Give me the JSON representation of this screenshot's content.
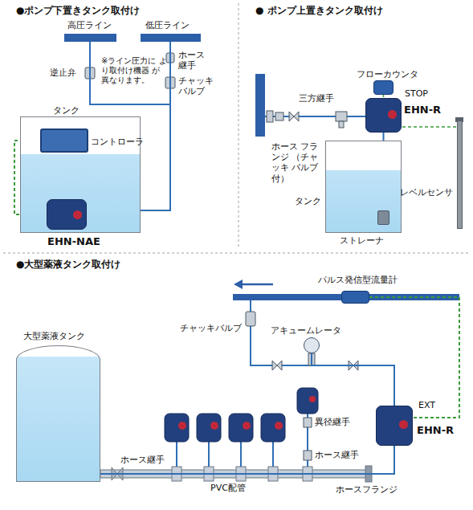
{
  "diagram": {
    "nodes": [
      {
        "text": [
          "タンク"
        ]
      },
      {
        "text": [
          "コントローラ"
        ]
      },
      {
        "text": [
          "EHN-NAE"
        ]
      },
      {
        "text": [
          "高圧ライン"
        ]
      },
      {
        "text": [
          "低圧ライン"
        ]
      },
      {
        "text": [
          "タンク"
        ]
      },
      {
        "text": [
          "EHN-R"
        ]
      },
      {
        "text": [
          "フローカウンタ"
        ]
      },
      {
        "text": [
          "レベルセンサ"
        ]
      },
      {
        "text": [
          "ストレーナ"
        ]
      },
      {
        "text": [
          "大型薬液タンク"
        ]
      },
      {
        "text": [
          "アキュームレータ"
        ]
      },
      {
        "text": [
          "パルス発信型流量計"
        ]
      },
      {
        "text": [
          "EHN-R"
        ]
      }
    ],
    "edges": [
      {
        "from": 1,
        "to": 2,
        "arrow": "none"
      },
      {
        "from": 2,
        "to": 4,
        "arrow": "none"
      },
      {
        "from": 2,
        "to": 3,
        "arrow": "none"
      },
      {
        "from": 7,
        "to": 6,
        "arrow": "none"
      },
      {
        "from": 9,
        "to": 6,
        "arrow": "none"
      },
      {
        "from": 8,
        "to": 6,
        "arrow": "none"
      },
      {
        "from": 10,
        "to": 13,
        "arrow": "none"
      },
      {
        "from": 13,
        "to": 11,
        "arrow": "none"
      },
      {
        "from": 12,
        "to": 13,
        "arrow": "none"
      }
    ],
    "labels": [
      "●ポンプ下置きタンク取付け",
      "逆止弁",
      "※ライン圧力に より取付け機器 が異なります。",
      "ホース 継手",
      "チャッキ バルブ",
      "● ポンプ上置きタンク取付け",
      "三方継手",
      "ホース フランジ （チャッキ バルブ付）",
      "STOP",
      "●大型薬液タンク取付け",
      "チャッキバルブ",
      "異径継手",
      "ホース継手",
      "ホース継手",
      "PVC配管",
      "ホースフランジ",
      "EXT"
    ]
  }
}
